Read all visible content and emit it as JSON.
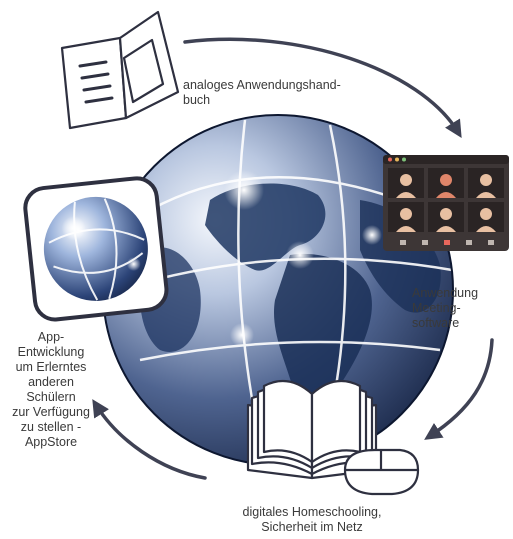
{
  "labels": {
    "manual": "analoges Anwendungshand-\nbuch",
    "meeting": "Anwendung\nMeeting-\nsoftware",
    "app": "App-\nEntwicklung\num Erlerntes\nanderen\nSchülern\nzur Verfügung\nzu stellen -\nAppStore",
    "homeschool": "digitales Homeschooling,\nSicherheit im Netz"
  },
  "icons": {
    "globe": "globe-icon",
    "manual": "open-manual-icon",
    "meeting": "video-meeting-icon",
    "book": "open-book-icon",
    "mouse": "computer-mouse-icon",
    "app": "app-globe-icon"
  },
  "colors": {
    "arrow": "#3f4254",
    "icon_line": "#2e3040",
    "globe_dark": "#1c2a4a",
    "globe_light": "#9fb3d6",
    "meeting_bg": "#3d3636",
    "avatar_accent": "#e0866a"
  }
}
